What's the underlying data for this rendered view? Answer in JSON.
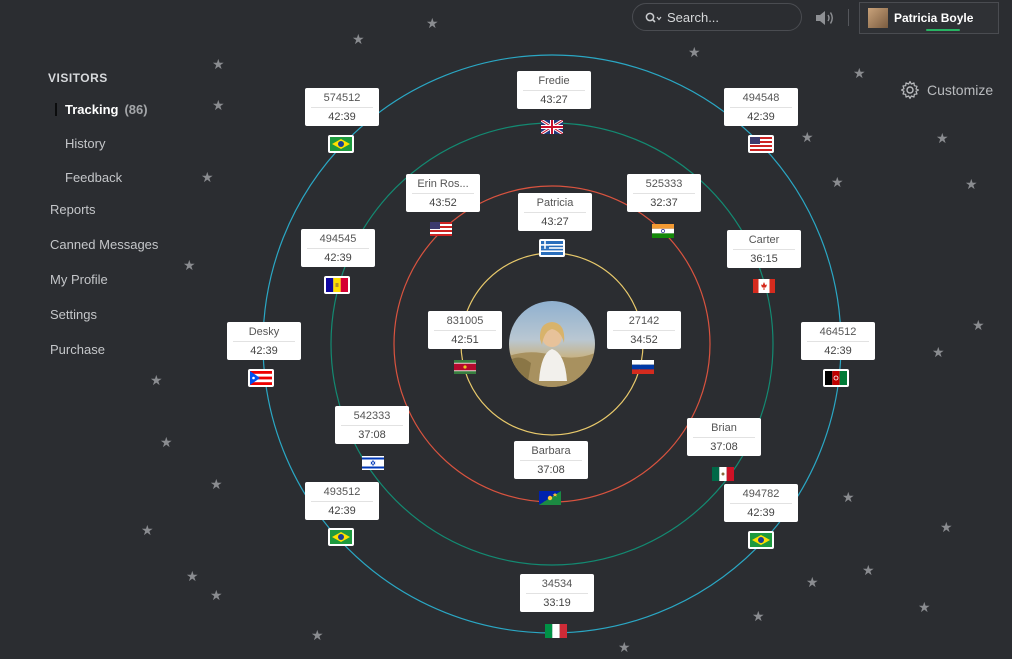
{
  "sidebar": {
    "section_title": "VISITORS",
    "tracking": {
      "label": "Tracking",
      "count": "(86)"
    },
    "items": [
      "History",
      "Feedback",
      "Reports",
      "Canned Messages",
      "My Profile",
      "Settings",
      "Purchase"
    ]
  },
  "topbar": {
    "search_placeholder": "Search...",
    "user_name": "Patricia Boyle",
    "customize_label": "Customize"
  },
  "colors": {
    "outer_ring": "#2aa7c4",
    "ring_3": "#138a72",
    "ring_2": "#d9533f",
    "inner_ring": "#e8c96b",
    "online_indicator": "#28b463"
  },
  "visitors": [
    {
      "name": "Fredie",
      "time": "43:27",
      "flag": "uk"
    },
    {
      "name": "574512",
      "time": "42:39",
      "flag": "brazil"
    },
    {
      "name": "494548",
      "time": "42:39",
      "flag": "usa"
    },
    {
      "name": "Erin Ros...",
      "time": "43:52",
      "flag": "usa"
    },
    {
      "name": "Patricia",
      "time": "43:27",
      "flag": "greece"
    },
    {
      "name": "525333",
      "time": "32:37",
      "flag": "india"
    },
    {
      "name": "494545",
      "time": "42:39",
      "flag": "andorra"
    },
    {
      "name": "Carter",
      "time": "36:15",
      "flag": "canada"
    },
    {
      "name": "Desky",
      "time": "42:39",
      "flag": "puerto-rico"
    },
    {
      "name": "831005",
      "time": "42:51",
      "flag": "suriname"
    },
    {
      "name": "27142",
      "time": "34:52",
      "flag": "russia"
    },
    {
      "name": "464512",
      "time": "42:39",
      "flag": "afghanistan"
    },
    {
      "name": "542333",
      "time": "37:08",
      "flag": "israel"
    },
    {
      "name": "Brian",
      "time": "37:08",
      "flag": "mexico"
    },
    {
      "name": "Barbara",
      "time": "37:08",
      "flag": "christmas-island"
    },
    {
      "name": "493512",
      "time": "42:39",
      "flag": "brazil"
    },
    {
      "name": "494782",
      "time": "42:39",
      "flag": "brazil"
    },
    {
      "name": "34534",
      "time": "33:19",
      "flag": "italy"
    }
  ]
}
